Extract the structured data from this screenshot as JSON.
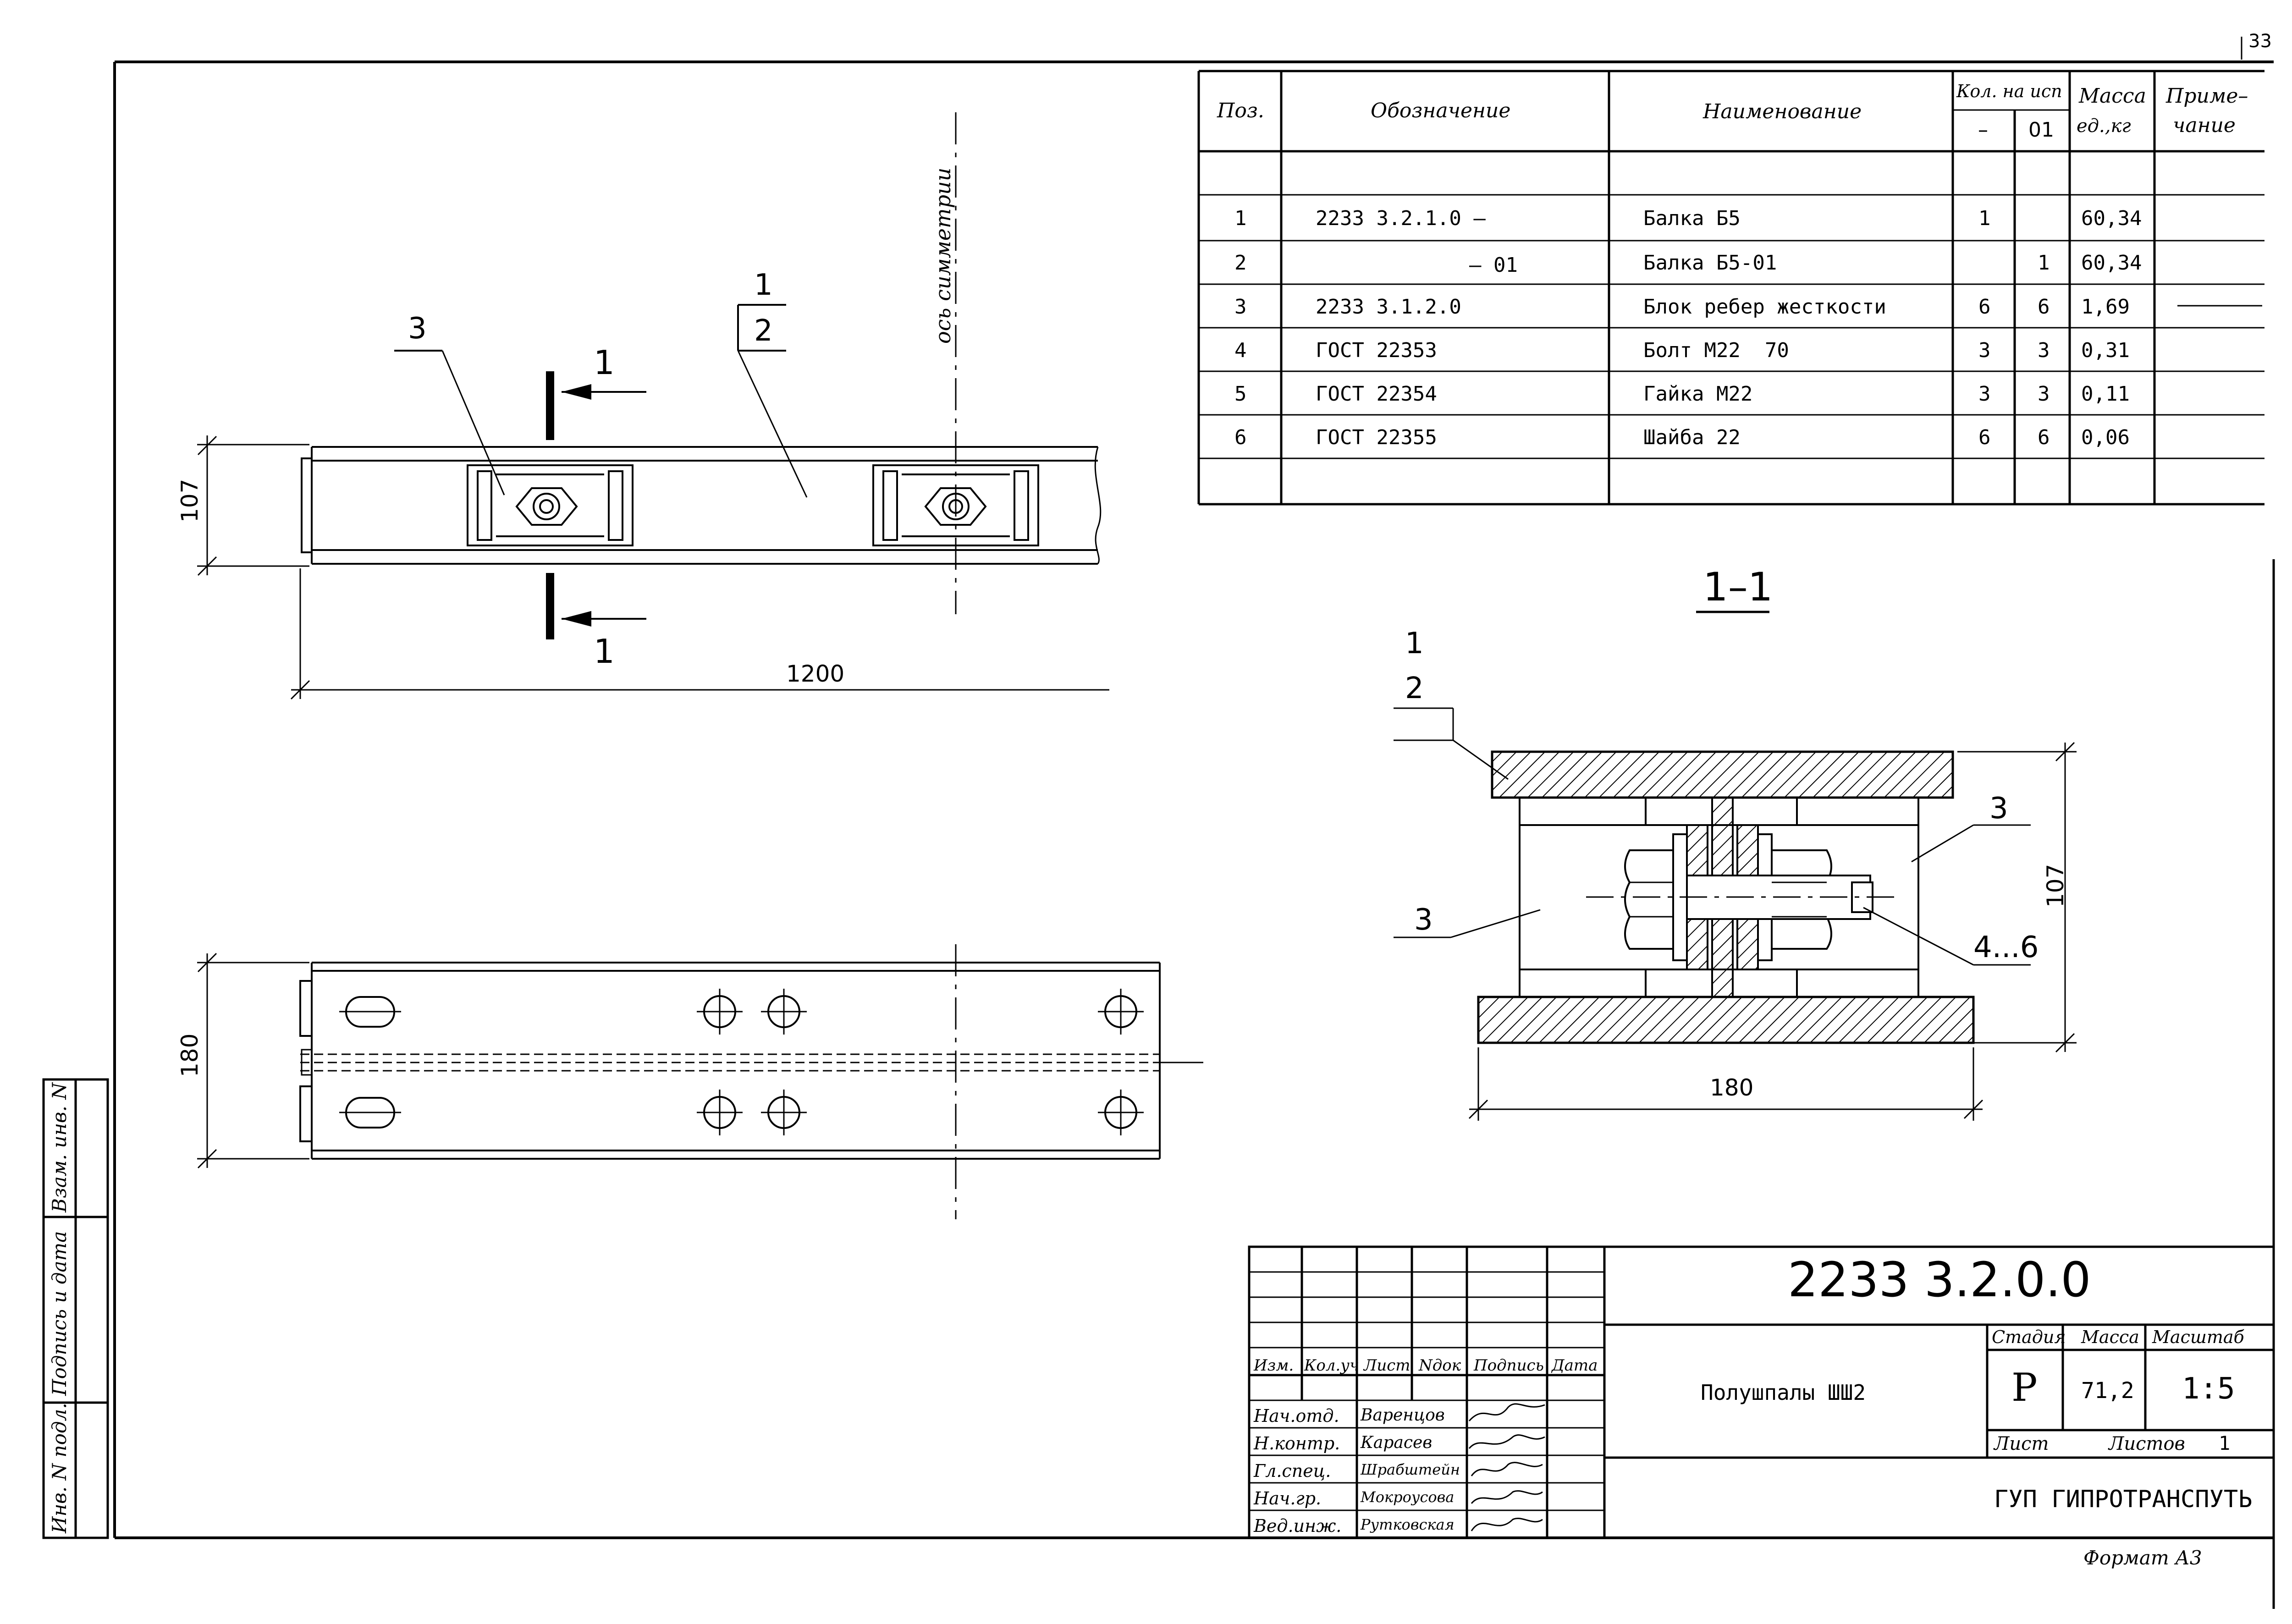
{
  "sheet_number": "33",
  "format_label": "Формат А3",
  "spec": {
    "headers": {
      "pos": "Поз.",
      "designation": "Обозначение",
      "name": "Наименование",
      "qty": "Кол. на исп",
      "qty_a": "–",
      "qty_b": "01",
      "mass": "Масса",
      "mass_unit": "ед.,кг",
      "note": "Приме–",
      "note2": "чание"
    },
    "rows": [
      {
        "pos": "1",
        "designation": "2233 3.2.1.0 –",
        "name": "Балка Б5",
        "q1": "1",
        "q2": "",
        "mass": "60,34"
      },
      {
        "pos": "2",
        "designation": "– 01",
        "name": "Балка Б5-01",
        "q1": "",
        "q2": "1",
        "mass": "60,34"
      },
      {
        "pos": "3",
        "designation": "2233 3.1.2.0",
        "name": "Блок ребер жесткости",
        "q1": "6",
        "q2": "6",
        "mass": "1,69"
      },
      {
        "pos": "4",
        "designation": "ГОСТ 22353",
        "name": "Болт М22  70",
        "q1": "3",
        "q2": "3",
        "mass": "0,31"
      },
      {
        "pos": "5",
        "designation": "ГОСТ 22354",
        "name": "Гайка М22",
        "q1": "3",
        "q2": "3",
        "mass": "0,11"
      },
      {
        "pos": "6",
        "designation": "ГОСТ 22355",
        "name": "Шайба 22",
        "q1": "6",
        "q2": "6",
        "mass": "0,06"
      }
    ]
  },
  "plan_view": {
    "axis_label": "ось симметрии",
    "dim_height": "107",
    "dim_length": "1200",
    "leader_3": "3",
    "leader_1": "1",
    "leader_2": "2",
    "cut_mark": "1"
  },
  "side_view": {
    "dim_height": "180"
  },
  "section": {
    "title": "1–1",
    "leader_1": "1",
    "leader_2": "2",
    "leader_3_right": "3",
    "leader_3_left": "3",
    "leader_bolt": "4...6",
    "dim_height": "107",
    "dim_width": "180"
  },
  "stamp": {
    "code": "2233 3.2.0.0",
    "title": "Полушпалы ШШ2",
    "org": "ГУП ГИПРОТРАНСПУТЬ",
    "col_headers": [
      "Изм.",
      "Кол.уч",
      "Лист",
      "Nдок",
      "Подпись",
      "Дата"
    ],
    "roles": [
      "Нач.отд.",
      "Н.контр.",
      "Гл.спец.",
      "Нач.гр.",
      "Вед.инж."
    ],
    "names": [
      "Варенцов",
      "Карасев",
      "Шрабштейн",
      "Мокроусова",
      "Рутковская"
    ],
    "stage_label": "Стадия",
    "mass_label": "Масса",
    "scale_label": "Масштаб",
    "stage": "Р",
    "mass": "71,2",
    "scale": "1:5",
    "sheet_label": "Лист",
    "sheets_label": "Листов",
    "sheets": "1"
  },
  "side_strip": {
    "inv_orig": "Инв. N подл.",
    "sign_date": "Подпись и дата",
    "inv_repl": "Взам. инв. N"
  }
}
